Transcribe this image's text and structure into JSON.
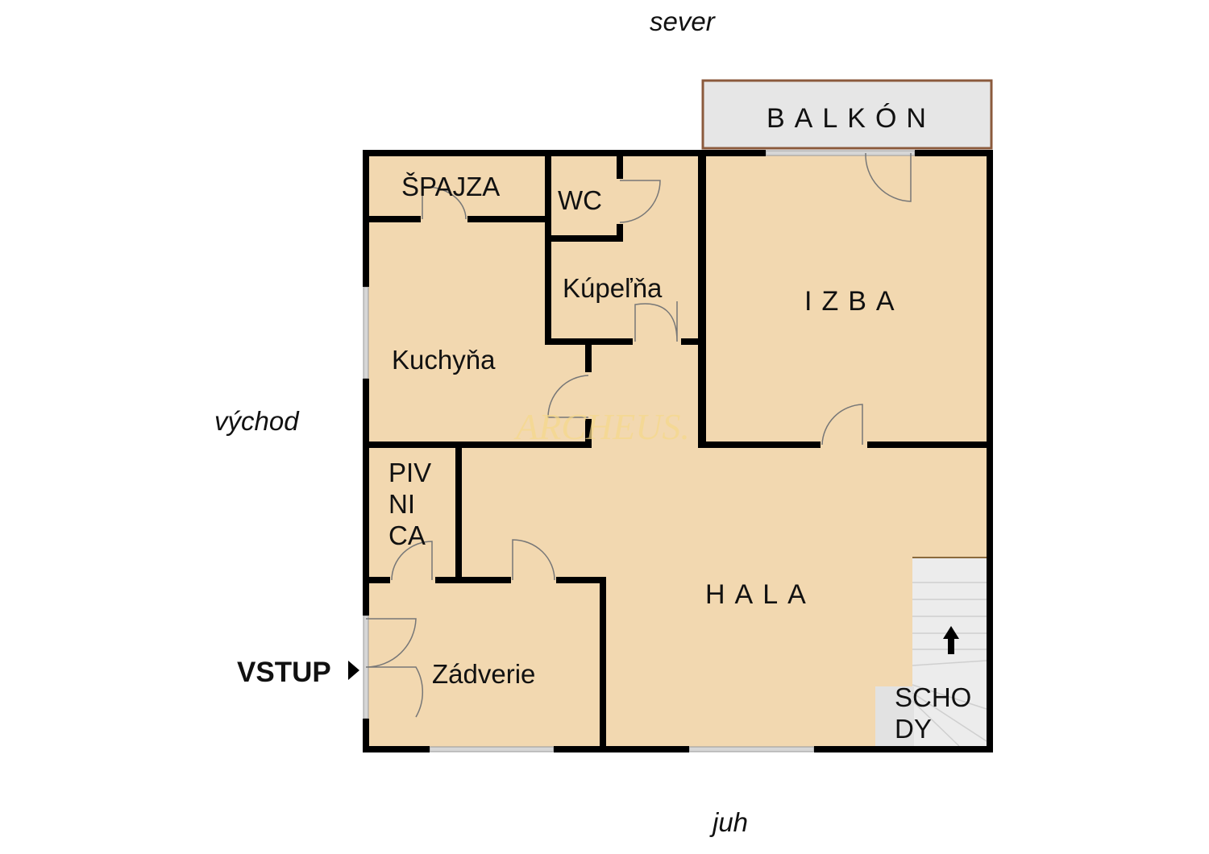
{
  "compass": {
    "north": "sever",
    "south": "juh",
    "east": "východ"
  },
  "entrance_label": "VSTUP",
  "rooms": {
    "balcony": "BALKÓN",
    "pantry": "ŠPAJZA",
    "wc": "WC",
    "bathroom": "Kúpeľňa",
    "kitchen": "Kuchyňa",
    "room": "IZBA",
    "cellar": [
      "PIV",
      "NI",
      "CA"
    ],
    "hall": "HALA",
    "vestibule": "Zádverie",
    "stairs": [
      "SCHO",
      "DY"
    ]
  },
  "watermark": "ARCHEUS.",
  "colors": {
    "floor": "#f2d8b0",
    "wall": "#000000",
    "balcony": "#e6e6e6",
    "balcony_border": "#8b5a3c",
    "stairs": "#e9e9e9"
  }
}
